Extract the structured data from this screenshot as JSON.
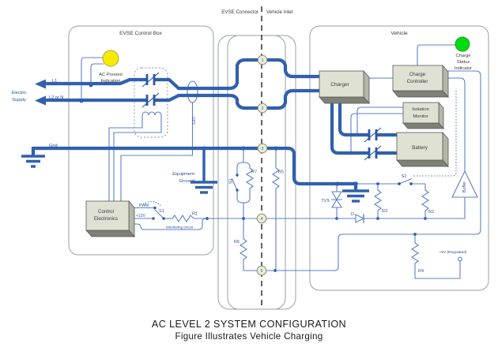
{
  "top_labels": {
    "evse_connector": "EVSE Connector",
    "vehicle_inlet": "Vehicle Inlet"
  },
  "regions": {
    "evse_control_box": "EVSE Control Box",
    "vehicle": "Vehicle"
  },
  "supply": {
    "electric1": "Electric",
    "electric2": "Supply",
    "l1": "L1",
    "l2": "L2 or N",
    "gnd": "Gnd"
  },
  "indicators": {
    "ac1": "AC Present",
    "ac2": "Indication",
    "cs1": "Charge",
    "cs2": "Status",
    "cs3": "Indicator",
    "yellow": "#f6ea00",
    "green": "#00dc10"
  },
  "labels": {
    "gfi": "GFI",
    "equip1": "Equipment",
    "equip2": "Ground",
    "control1": "Control",
    "control2": "Electronics",
    "charger": "Charger",
    "cc1": "Charge",
    "cc2": "Controller",
    "im1": "Isolation",
    "im2": "Monitor",
    "battery": "Battery",
    "pwm": "PWM",
    "v12": "+12V",
    "s1": "S1",
    "r1": "R1",
    "monitoring": "Monitoring circuit",
    "s3": "S3",
    "r7": "R7",
    "r5": "R5",
    "r6": "R6",
    "pin1": "1",
    "pin2": "2",
    "pin3": "3",
    "pin4": "4",
    "pin5": "5",
    "tvs": "TVS",
    "d": "D",
    "s2": "S2",
    "r3": "R3",
    "r2": "R2",
    "buffer": "Buffer",
    "r4": "R4",
    "v5": "+5V (Regulated)"
  },
  "titles": {
    "line1": "AC LEVEL 2 SYSTEM CONFIGURATION",
    "line2": "Figure Illustrates Vehicle Charging"
  },
  "colors": {
    "power_line": "#3060ae",
    "signal_line": "#5b80ca",
    "label_blue": "#2b4ea0",
    "label_dark": "#3a3a3a",
    "box_face": "#dfe2d2",
    "box_side": "#b4b7a6",
    "box_bottom": "#7e8174",
    "pin_fill": "#eaedd9",
    "divider": "#222222"
  }
}
